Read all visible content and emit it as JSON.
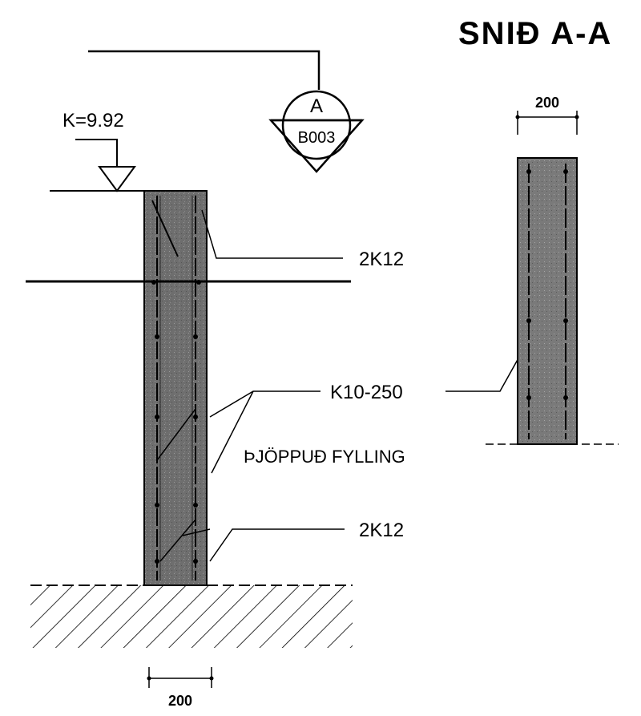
{
  "drawing": {
    "title": "SNIÐ A-A",
    "level_mark": "K=9.92",
    "section_symbol": {
      "letter": "A",
      "sheet_ref": "B003"
    },
    "rebar_labels": {
      "top_bars": "2K12",
      "stirrups": "K10-250",
      "bottom_bars": "2K12"
    },
    "fill_label": "ÞJÖPPUÐ FYLLING",
    "dimensions": {
      "section_width": "200",
      "wall_width": "200"
    }
  },
  "colors": {
    "ink": "#000000",
    "concrete_fill": "#6e6e6e",
    "section_fill": "#7a7a7a",
    "paper": "#ffffff"
  }
}
